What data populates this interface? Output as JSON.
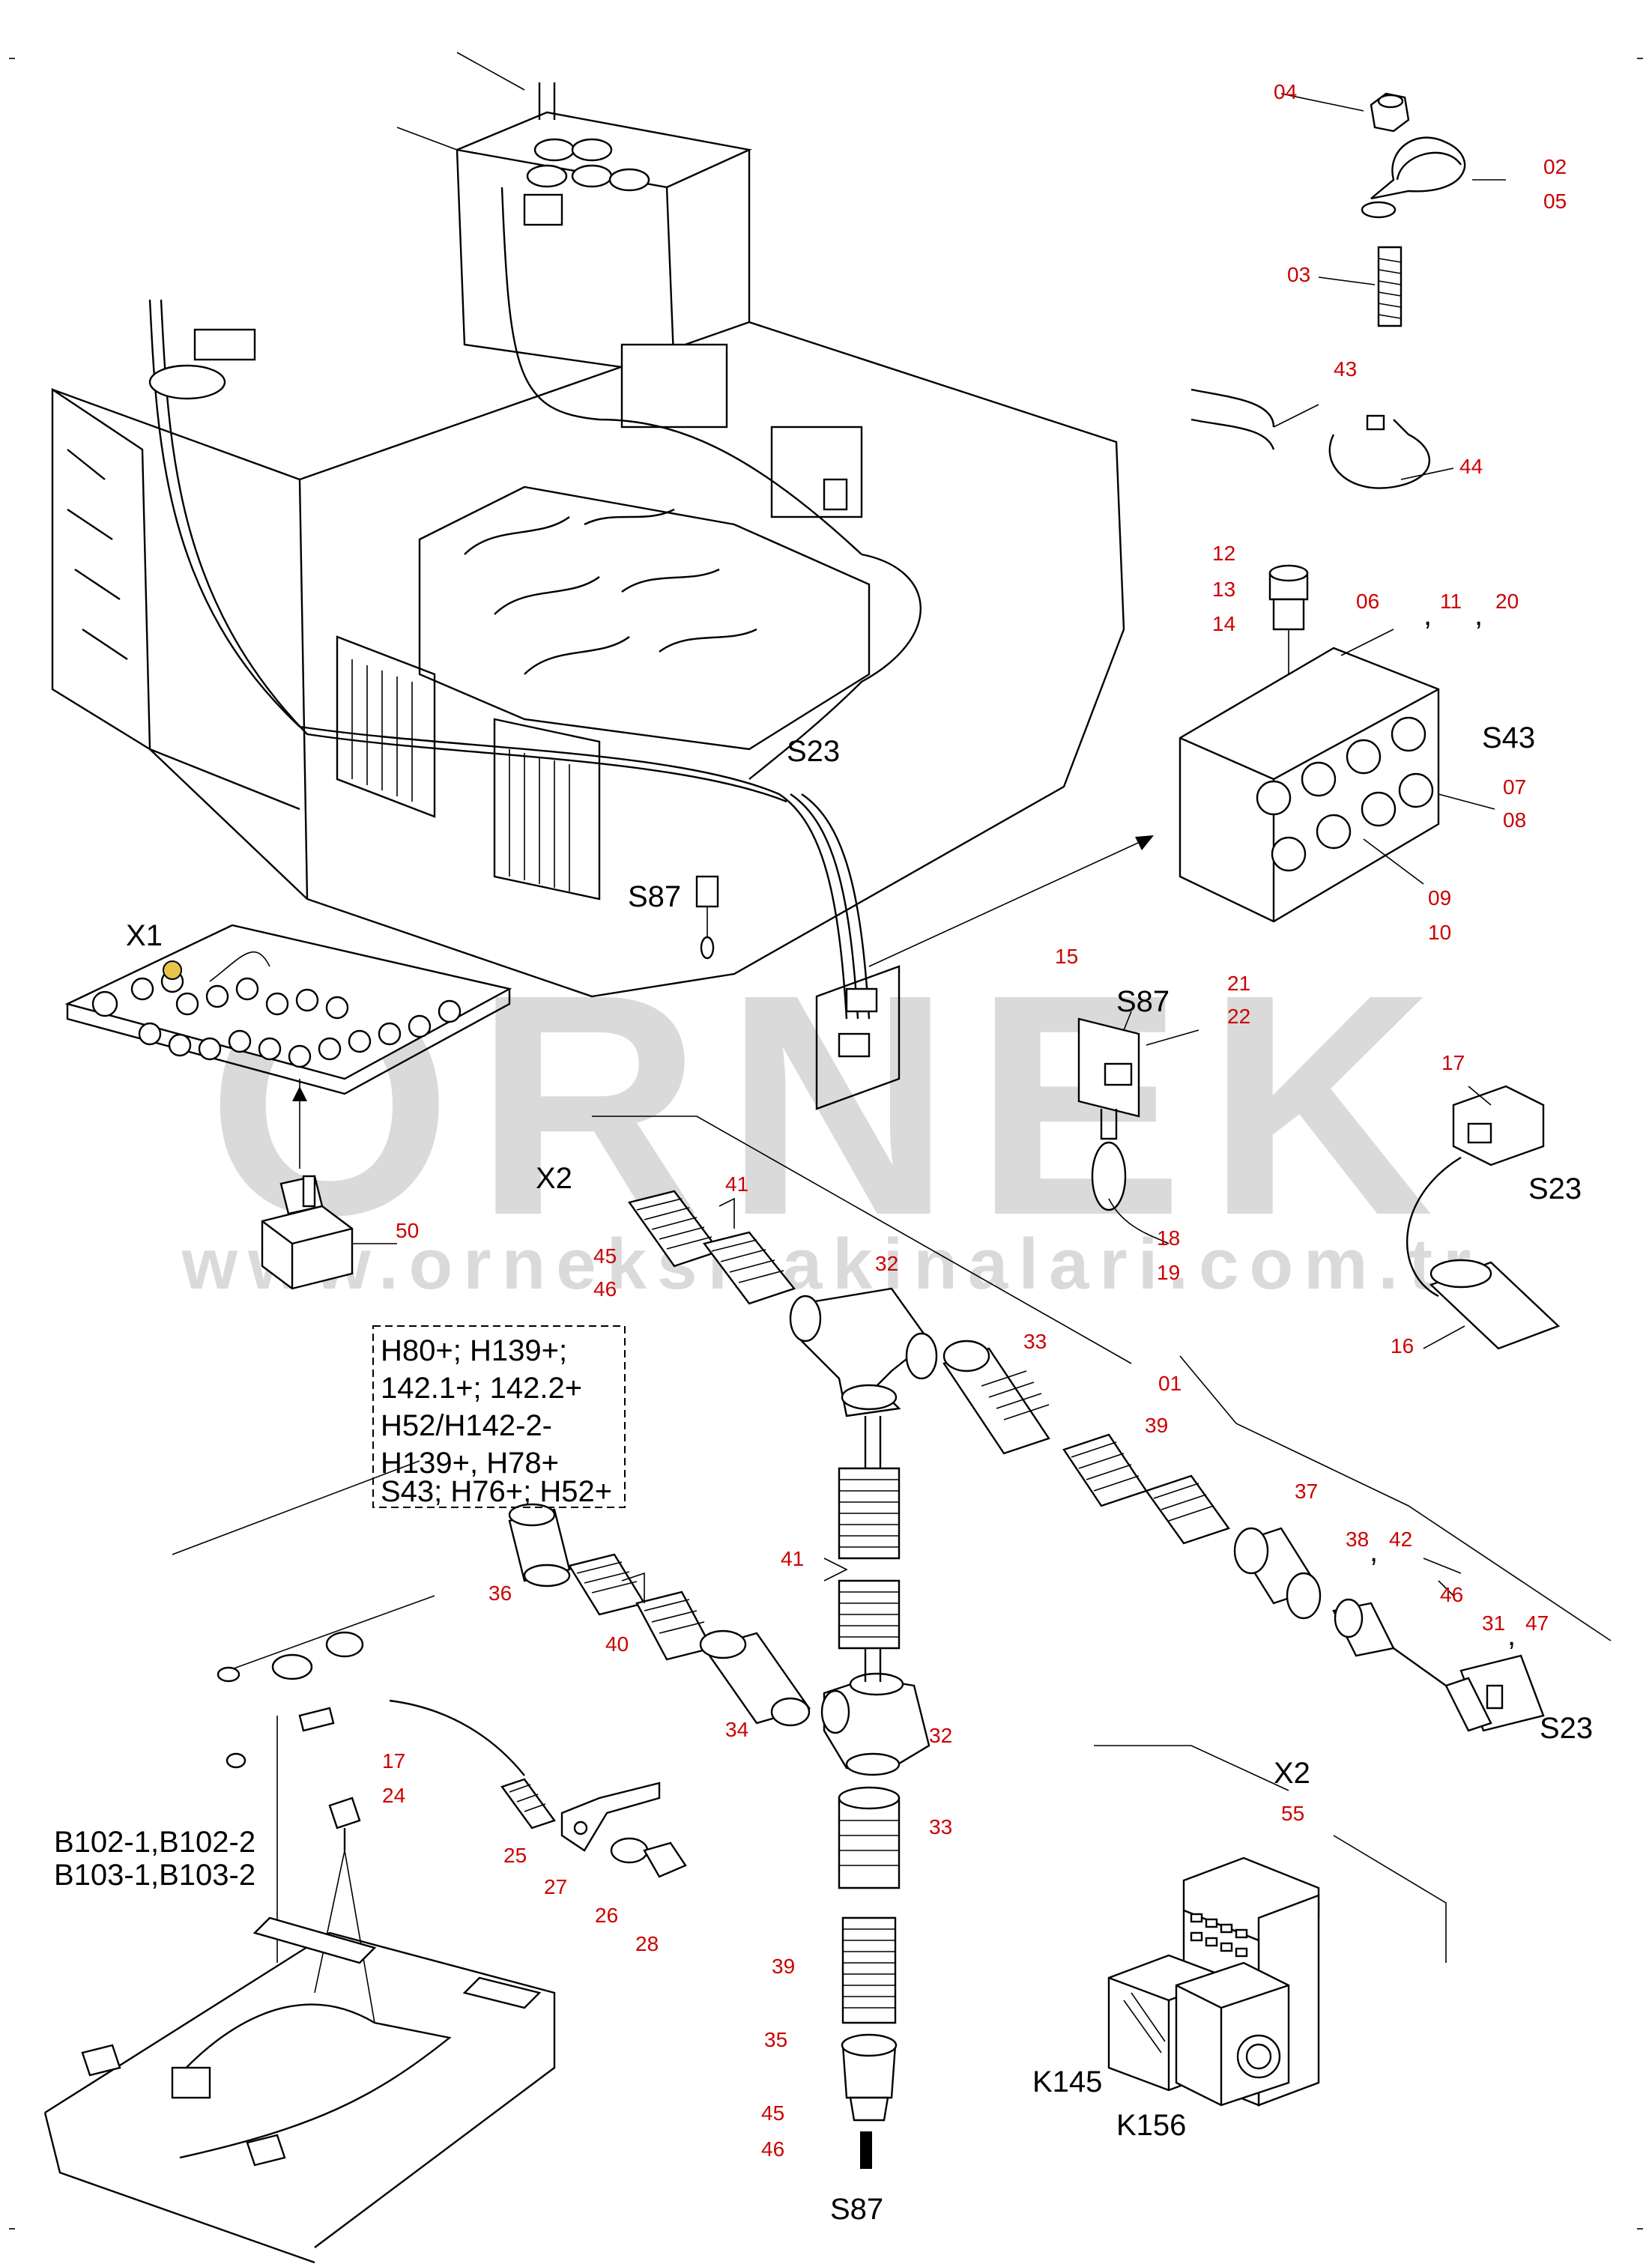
{
  "watermark": {
    "brand": "ORNEK",
    "url": "www.orneksmakinalari.com.tr",
    "color": "#bdbdbd"
  },
  "note_box": {
    "lines": [
      "H80+; H139+;",
      "142.1+; 142.2+",
      "H52/H142-2-",
      "H139+, H78+",
      "S43; H76+; H52+"
    ]
  },
  "component_tags": {
    "S23_top": "S23",
    "S87_top": "S87",
    "X1": "X1",
    "S87_switch": "S87",
    "S43": "S43",
    "S23_sensor": "S23",
    "X2_left": "X2",
    "S23_right": "S23",
    "X2_relay": "X2",
    "K145": "K145",
    "K156": "K156",
    "S87_bottom": "S87",
    "B102": "B102-1,B102-2",
    "B103": "B103-1,B103-2"
  },
  "part_numbers": {
    "p04": "04",
    "p02": "02",
    "p05": "05",
    "p03": "03",
    "p43": "43",
    "p44": "44",
    "p12": "12",
    "p13": "13",
    "p14": "14",
    "p06": "06",
    "sep1": ",",
    "p11": "11",
    "sep2": ",",
    "p20": "20",
    "p07": "07",
    "p08": "08",
    "p09": "09",
    "p10": "10",
    "p15": "15",
    "p21": "21",
    "p22": "22",
    "p18": "18",
    "p19": "19",
    "p17a": "17",
    "p16": "16",
    "p50": "50",
    "p41a": "41",
    "p45a": "45",
    "p46a": "46",
    "p32a": "32",
    "p33a": "33",
    "p01": "01",
    "p39a": "39",
    "p37": "37",
    "p38": "38",
    "sep3": ",",
    "p42": "42",
    "p46b": "46",
    "p31": "31",
    "sep4": ",",
    "p47": "47",
    "p36": "36",
    "p40": "40",
    "p34": "34",
    "p41b": "41",
    "p32b": "32",
    "p33b": "33",
    "p39b": "39",
    "p35": "35",
    "p45b": "45",
    "p46c": "46",
    "p17b": "17",
    "p24": "24",
    "p25": "25",
    "p27": "27",
    "p26": "26",
    "p28": "28",
    "p55": "55"
  },
  "colors": {
    "part_label": "#cc0000",
    "line": "#000000",
    "accent_connector": "#e8c44a"
  }
}
